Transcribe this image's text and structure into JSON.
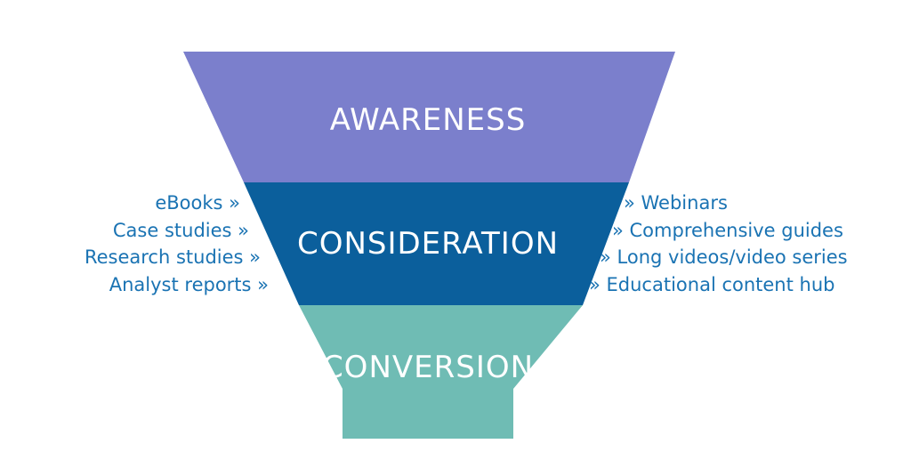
{
  "colors": {
    "awareness": "#7b7fcc",
    "consideration": "#0b5f9c",
    "conversion": "#6fbcb4",
    "list_text": "#1a73b3"
  },
  "stages": [
    {
      "label": "AWARENESS"
    },
    {
      "label": "CONSIDERATION"
    },
    {
      "label": "CONVERSION"
    }
  ],
  "left_items": [
    "eBooks »",
    "Case studies »",
    "Research studies »",
    "Analyst reports  »"
  ],
  "right_items": [
    "» Webinars",
    "» Comprehensive guides",
    "» Long videos/video series",
    "» Educational content hub"
  ]
}
